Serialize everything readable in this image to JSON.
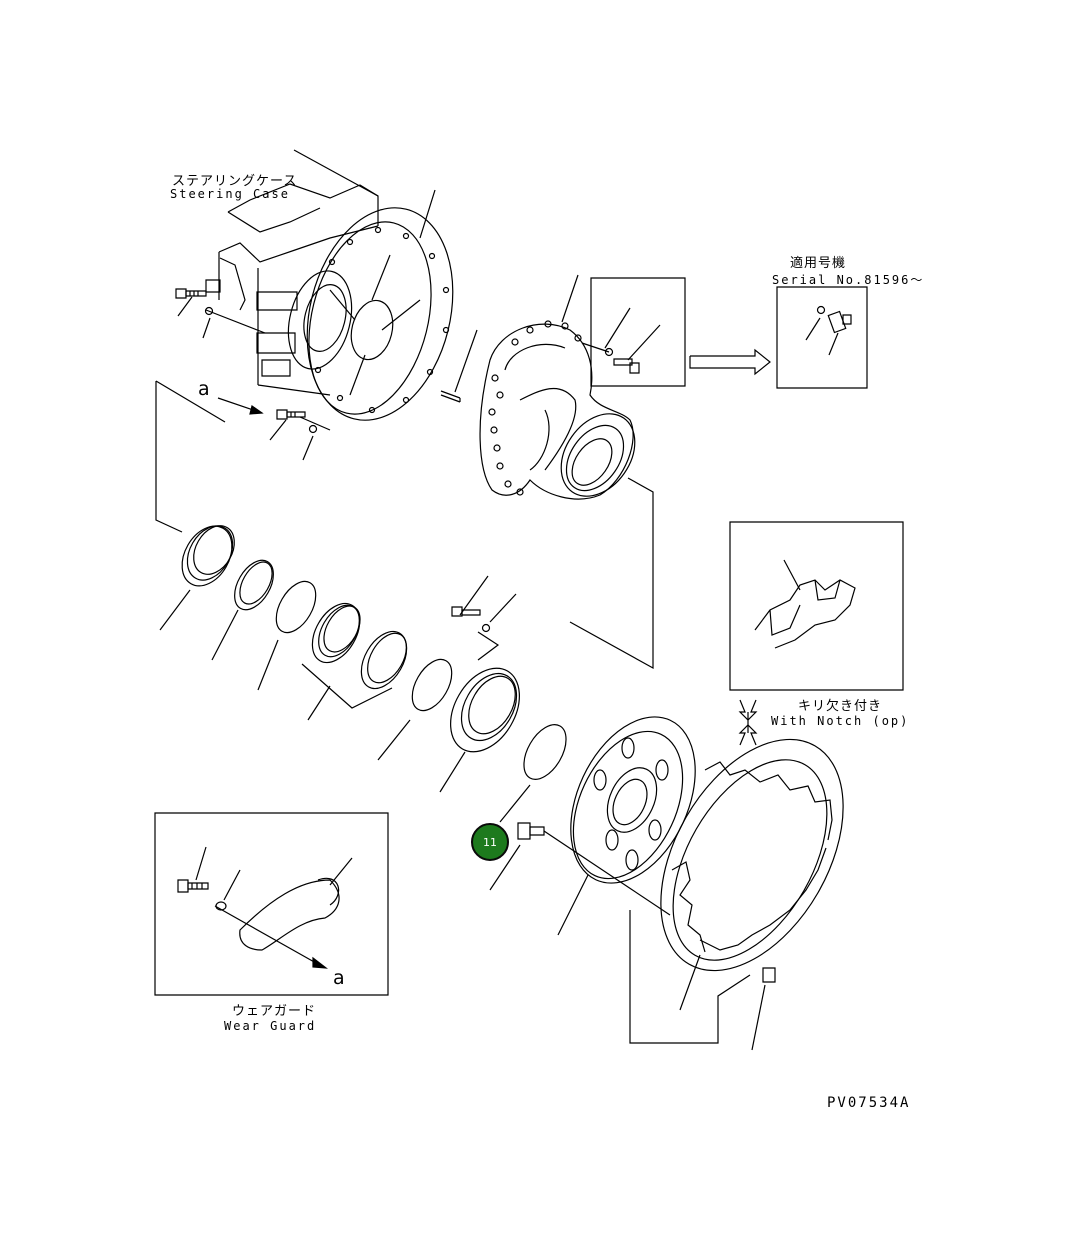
{
  "labels": {
    "steering_case_jp": "ステアリングケース",
    "steering_case_en": "Steering Case",
    "serial_jp": "適用号機",
    "serial_en": "Serial No.81596～",
    "notch_jp": "キリ欠き付き",
    "notch_en": "With Notch (op)",
    "wear_guard_jp": "ウェアガード",
    "wear_guard_en": "Wear Guard",
    "ref_a_top": "a",
    "ref_a_bottom": "a",
    "drawing_code": "PV07534A"
  },
  "callouts": [
    {
      "number": "11",
      "color": "#1d7a1d"
    }
  ]
}
